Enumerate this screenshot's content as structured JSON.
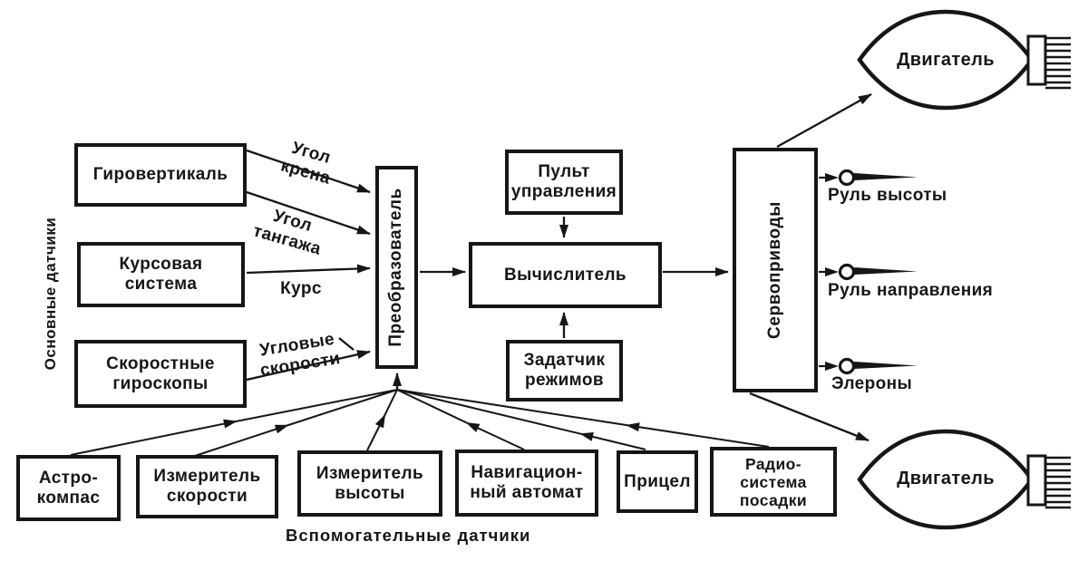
{
  "colors": {
    "ink": "#161616",
    "background": "#ffffff"
  },
  "groups": {
    "main_sensors_label": "Основные датчики",
    "aux_sensors_label": "Вспомогательные датчики"
  },
  "main_sensors": [
    {
      "label": "Гировертикаль"
    },
    {
      "label": "Курсовая\nсистема"
    },
    {
      "label": "Скоростные\nгироскопы"
    }
  ],
  "core": {
    "converter": "Преобразователь",
    "control_panel": "Пульт\nуправления",
    "computer": "Вычислитель",
    "mode_setter": "Задатчик\nрежимов",
    "servos": "Сервоприводы"
  },
  "signals": {
    "roll": "Угол\nкрена",
    "pitch": "Угол\nтангажа",
    "course": "Курс",
    "angular_rates": "Угловые\nскорости"
  },
  "outputs": [
    {
      "label": "Руль высоты"
    },
    {
      "label": "Руль направления"
    },
    {
      "label": "Элероны"
    }
  ],
  "engines": {
    "top": "Двигатель",
    "bottom": "Двигатель"
  },
  "aux_sensors": [
    {
      "label": "Астро-\nкомпас"
    },
    {
      "label": "Измеритель\nскорости"
    },
    {
      "label": "Измеритель\nвысоты"
    },
    {
      "label": "Навигацион-\nный автомат"
    },
    {
      "label": "Прицел"
    },
    {
      "label": "Радио-\nсистема\nпосадки"
    }
  ]
}
